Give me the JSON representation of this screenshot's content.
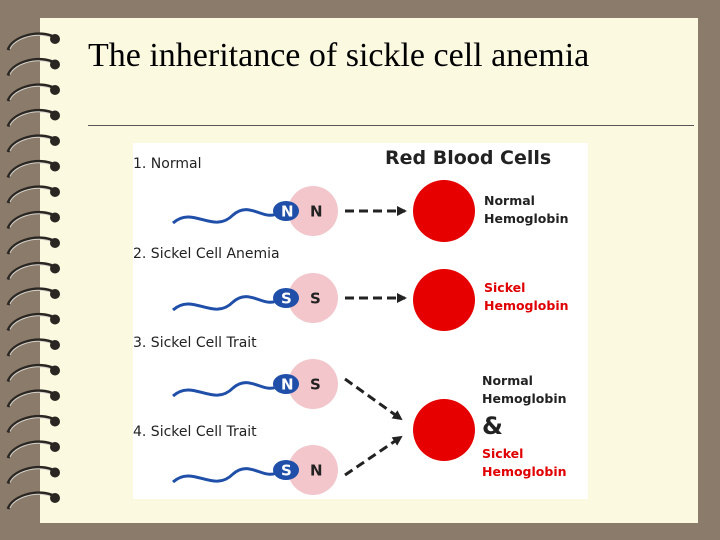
{
  "slide": {
    "title": "The inheritance of sickle cell anemia"
  },
  "diagram": {
    "header": "Red Blood Cells",
    "rows": [
      {
        "label": "1. Normal",
        "sperm_allele": "N",
        "egg_allele": "N"
      },
      {
        "label": "2. Sickel Cell Anemia",
        "sperm_allele": "S",
        "egg_allele": "S"
      },
      {
        "label": "3. Sickel Cell Trait",
        "sperm_allele": "N",
        "egg_allele": "S"
      },
      {
        "label": "4. Sickel Cell Trait",
        "sperm_allele": "S",
        "egg_allele": "N"
      }
    ],
    "outcomes": {
      "normal": {
        "line1": "Normal",
        "line2": "Hemoglobin"
      },
      "sickle": {
        "line1": "Sickel",
        "line2": "Hemoglobin"
      },
      "mixed": {
        "normal_line1": "Normal",
        "normal_line2": "Hemoglobin",
        "amp": "&",
        "sickle_line1": "Sickel",
        "sickle_line2": "Hemoglobin"
      }
    },
    "colors": {
      "sperm": "#1f4fa8",
      "egg": "#f2c6cb",
      "rbc": "#e60000",
      "sickle_text": "#e00000",
      "normal_text": "#222222"
    }
  }
}
